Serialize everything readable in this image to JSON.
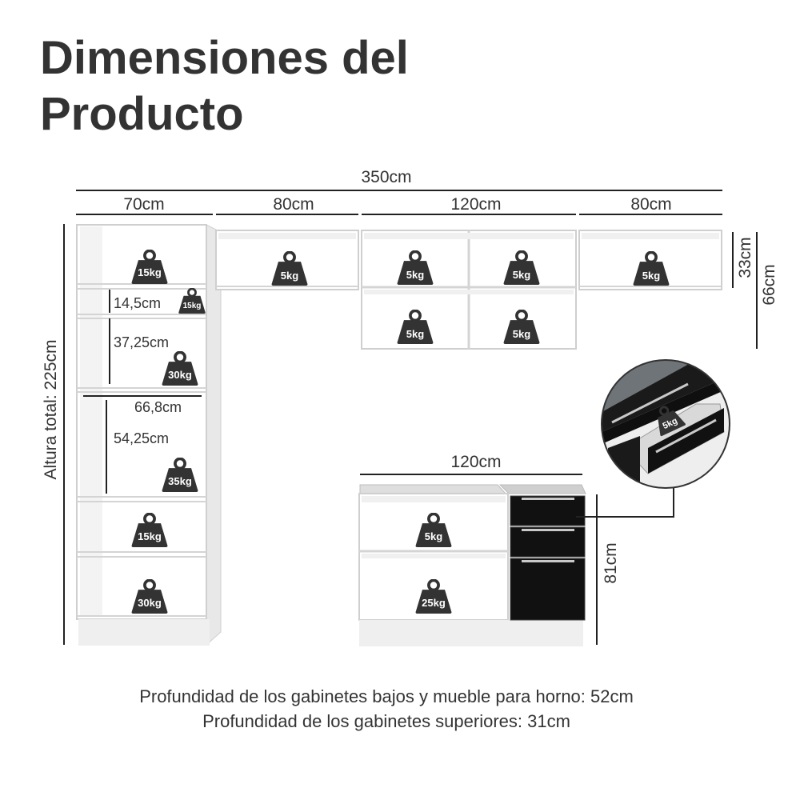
{
  "title": {
    "line1": "Dimensiones del",
    "line2": "Producto"
  },
  "dimensions": {
    "total_width": "350cm",
    "seg_tall": "70cm",
    "seg_upper_left": "80cm",
    "seg_upper_mid": "120cm",
    "seg_upper_right": "80cm",
    "upper_height": "33cm",
    "upper_double_height": "66cm",
    "total_height": "Altura total: 225cm",
    "shelf_1": "14,5cm",
    "shelf_2": "37,25cm",
    "inner_width": "66,8cm",
    "shelf_3": "54,25cm",
    "base_width": "120cm",
    "base_height": "81cm"
  },
  "weights": {
    "tall_top": "15kg",
    "tall_small": "15kg",
    "tall_mid": "30kg",
    "tall_oven": "35kg",
    "tall_lower": "15kg",
    "tall_bottom": "30kg",
    "upper_left": "5kg",
    "upper_mid_1": "5kg",
    "upper_mid_2": "5kg",
    "upper_mid_3": "5kg",
    "upper_mid_4": "5kg",
    "upper_right": "5kg",
    "base_top": "5kg",
    "base_bottom": "25kg",
    "drawer": "5kg"
  },
  "footer": {
    "line1": "Profundidad de los gabinetes bajos y mueble para horno: 52cm",
    "line2": "Profundidad de los gabinetes superiores: 31cm"
  },
  "colors": {
    "text": "#333333",
    "weight_icon": "#333333",
    "cabinet_line": "#cfcfcf",
    "drawer_front": "#111111"
  }
}
